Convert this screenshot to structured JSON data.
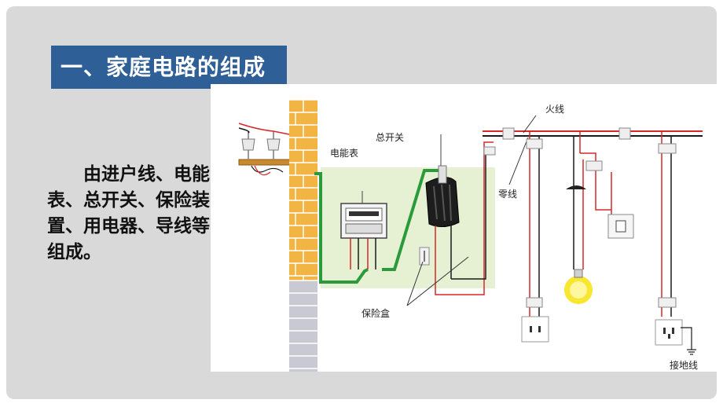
{
  "slide": {
    "title": "一、家庭电路的组成",
    "body": "由进户线、电能表、总开关、保险装置、用电器、导线等组成。"
  },
  "diagram": {
    "labels": {
      "meter": "电能表",
      "main_switch": "总开关",
      "live_wire": "火线",
      "neutral_wire": "零线",
      "fuse_box": "保险盒",
      "ground_wire": "接地线"
    },
    "colors": {
      "live": "#d62828",
      "neutral": "#1a1a1a",
      "service_line": "#2a9a3a",
      "wall": "#f2b443",
      "panel": "#e6f1d4",
      "title_bar": "#2e5f96"
    }
  }
}
